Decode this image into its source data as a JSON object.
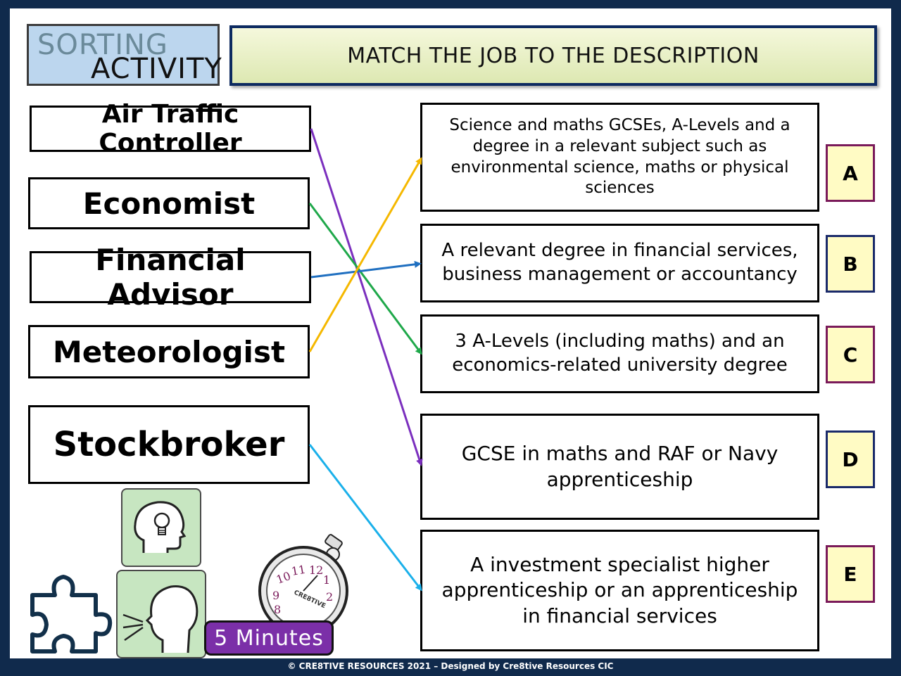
{
  "logo": {
    "line1": "SORTING",
    "line2": "ACTIVITY"
  },
  "title": "MATCH THE JOB TO THE DESCRIPTION",
  "jobs": [
    "Air Traffic Controller",
    "Economist",
    "Financial Advisor",
    "Meteorologist",
    "Stockbroker"
  ],
  "descriptions": [
    "Science and maths GCSEs, A-Levels and a degree in a relevant subject such as environmental science, maths or physical sciences",
    "A relevant degree in financial services, business management or accountancy",
    "3 A-Levels (including maths) and an economics-related university degree",
    "GCSE in maths and RAF or Navy apprenticeship",
    "A investment specialist higher apprenticeship or an apprenticeship in financial services"
  ],
  "letters": [
    "A",
    "B",
    "C",
    "D",
    "E"
  ],
  "letter_borders": [
    "#7a1a5a",
    "#1a2a6a",
    "#7a1a5a",
    "#1a2a6a",
    "#7a1a5a"
  ],
  "connections": [
    {
      "job": "Air Traffic Controller",
      "letter": "D",
      "color": "#7b2fbe"
    },
    {
      "job": "Economist",
      "letter": "C",
      "color": "#1fa84a"
    },
    {
      "job": "Financial Advisor",
      "letter": "B",
      "color": "#1f6fc0"
    },
    {
      "job": "Meteorologist",
      "letter": "A",
      "color": "#f5b800"
    },
    {
      "job": "Stockbroker",
      "letter": "E",
      "color": "#1ab0ea"
    }
  ],
  "timer": "5 Minutes",
  "stopwatch_brand": "CRE8TIVE",
  "footer": "© CRE8TIVE RESOURCES 2021 – Designed by Cre8tive Resources CIC",
  "icons": [
    "lightbulb-head-icon",
    "speaking-head-icon",
    "puzzle-piece-icon",
    "stopwatch-icon"
  ]
}
